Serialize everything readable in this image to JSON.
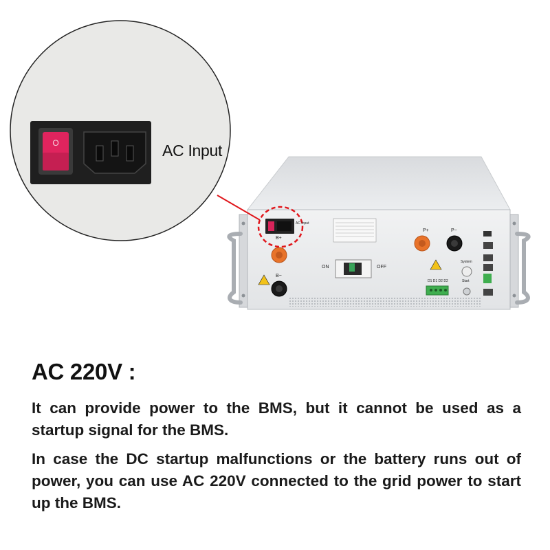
{
  "callout": {
    "label": "AC Input"
  },
  "panel": {
    "ac_input_small": "AC Input",
    "b_plus": "B+",
    "b_minus": "B−",
    "p_plus": "P+",
    "p_minus": "P−",
    "on": "ON",
    "off": "OFF",
    "system": "System",
    "start": "Start",
    "dry_contacts": "D1 D1 D2 D2"
  },
  "heading": "AC 220V :",
  "paragraphs": [
    "It can provide power to the BMS, but it cannot be used as a startup signal for the BMS.",
    "In case the DC startup malfunctions or the battery runs out of power, you can use AC 220V connected to the grid power to start up the BMS."
  ],
  "colors": {
    "highlight_red": "#e0161b",
    "switch_pink": "#e0245e",
    "connector_orange": "#e8732a",
    "terminal_green": "#3fae4f",
    "panel_grey": "#e7e8ea"
  }
}
